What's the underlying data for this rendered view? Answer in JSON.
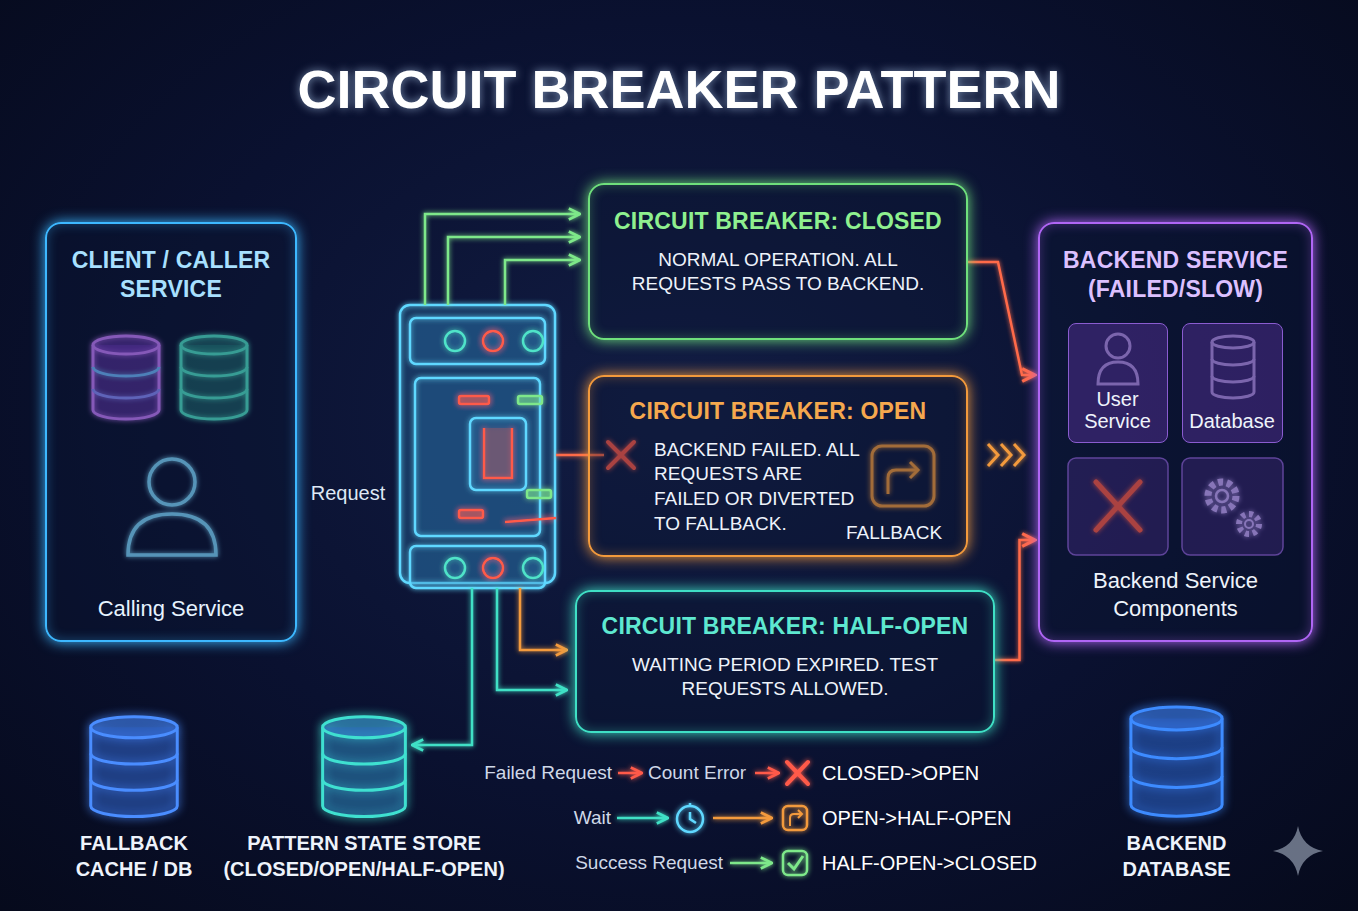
{
  "diagram": {
    "title": "CIRCUIT BREAKER PATTERN",
    "nodes": [
      {
        "text": [
          "CLIENT / CALLER SERVICE",
          "Calling Service"
        ]
      },
      {
        "text": [
          "CIRCUIT BREAKER: CLOSED",
          "NORMAL OPERATION. ALL REQUESTS PASS TO BACKEND."
        ]
      },
      {
        "text": [
          "CIRCUIT BREAKER: OPEN",
          "BACKEND FAILED. ALL REQUESTS ARE FAILED OR DIVERTED TO FALLBACK.",
          "FALLBACK"
        ]
      },
      {
        "text": [
          "CIRCUIT BREAKER: HALF-OPEN",
          "WAITING PERIOD EXPIRED. TEST REQUESTS ALLOWED."
        ]
      },
      {
        "text": [
          "BACKEND SERVICE (FAILED/SLOW)",
          "Backend Service Components"
        ]
      },
      {
        "text": [
          "User Service"
        ],
        "in": 4
      },
      {
        "text": [
          "Database"
        ],
        "in": 4
      },
      {
        "text": [
          "FALLBACK CACHE / DB"
        ]
      },
      {
        "text": [
          "PATTERN STATE STORE (CLOSED/OPEN/HALF-OPEN)"
        ]
      },
      {
        "text": [
          "BACKEND DATABASE"
        ]
      }
    ],
    "edges": [
      {
        "from": 1,
        "to": 4,
        "arrow": "to"
      },
      {
        "from": 2,
        "to": 4,
        "arrow": "to"
      },
      {
        "from": 3,
        "to": 4,
        "arrow": "to"
      },
      {
        "from": 4,
        "to": 9,
        "arrow": "none"
      },
      {
        "from": 7,
        "to": 8,
        "arrow": "none"
      }
    ],
    "labels": [
      "Request",
      "Failed Request",
      "Count Error",
      "CLOSED->OPEN",
      "Wait",
      "OPEN->HALF-OPEN",
      "Success Request",
      "HALF-OPEN->CLOSED"
    ]
  }
}
